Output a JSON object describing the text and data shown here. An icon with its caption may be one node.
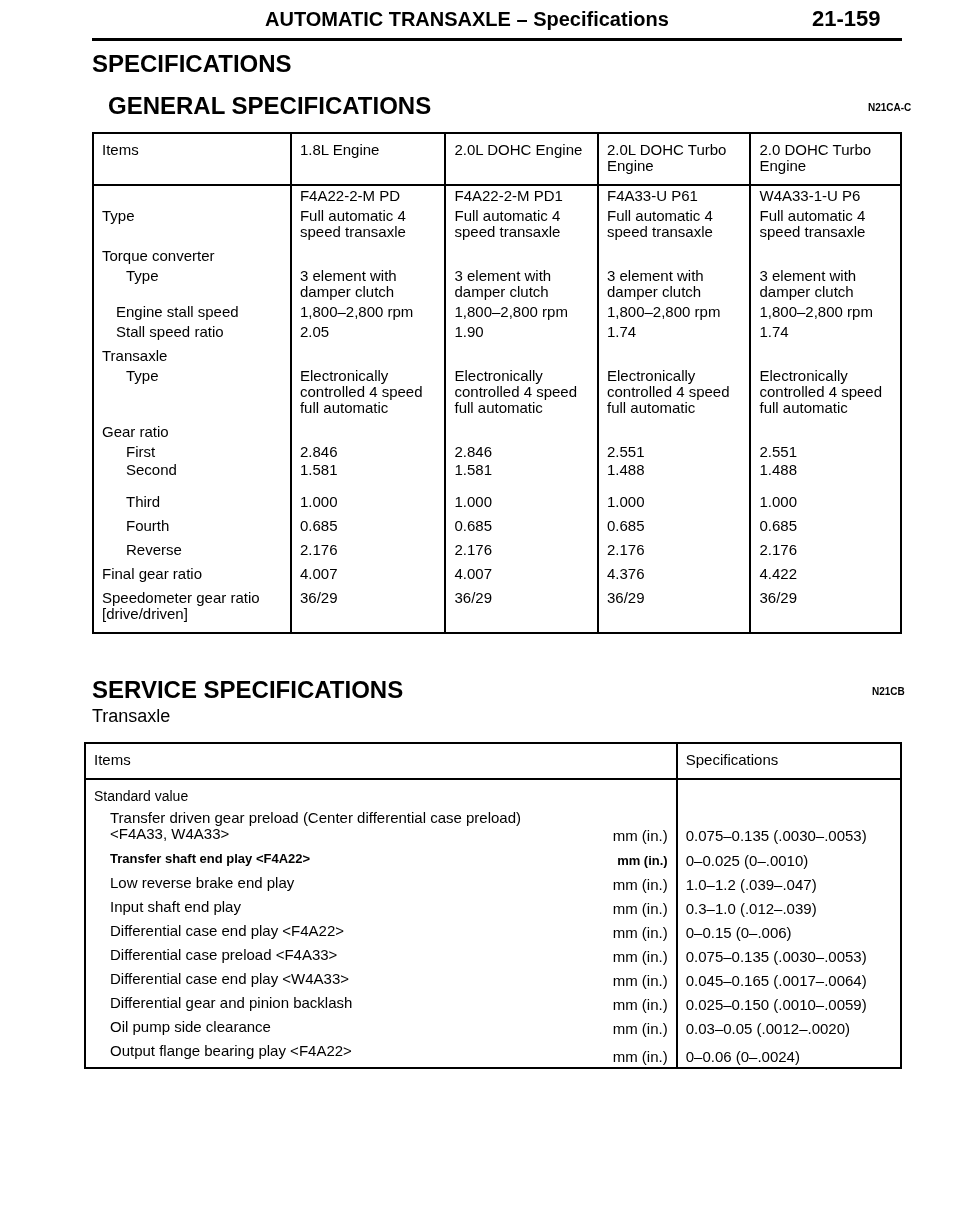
{
  "diagram": {
    "title": "AUTOMATIC TRANSAXLE – Specifications",
    "labels": [
      "21-159",
      "SPECIFICATIONS",
      "GENERAL SPECIFICATIONS",
      "N21CA-C",
      "Items",
      "1.8L Engine",
      "2.0L DOHC Engine",
      "2.0L DOHC Turbo Engine",
      "2.0 DOHC Turbo Engine",
      "F4A22-2-M PD",
      "F4A22-2-M PD1",
      "F4A33-U P61",
      "W4A33-1-U P6",
      "Type",
      "Full automatic 4 speed transaxle",
      "Full automatic 4 speed transaxle",
      "Full automatic 4 speed transaxle",
      "Full automatic 4 speed transaxle",
      "Torque converter",
      "Type",
      "3 element with damper clutch",
      "3 element with damper clutch",
      "3 element with damper clutch",
      "3 element with damper clutch",
      "Engine stall speed",
      "1,800–2,800 rpm",
      "1,800–2,800 rpm",
      "1,800–2,800 rpm",
      "1,800–2,800 rpm",
      "Stall speed ratio",
      "2.05",
      "1.90",
      "1.74",
      "1.74",
      "Transaxle",
      "Type",
      "Electronically controlled 4 speed full automatic",
      "Electronically controlled 4 speed full automatic",
      "Electronically controlled 4 speed full automatic",
      "Electronically controlled 4 speed full automatic",
      "Gear ratio",
      "First",
      "2.846",
      "2.846",
      "2.551",
      "2.551",
      "Second",
      "1.581",
      "1.581",
      "1.488",
      "1.488",
      "Third",
      "1.000",
      "1.000",
      "1.000",
      "1.000",
      "Fourth",
      "0.685",
      "0.685",
      "0.685",
      "0.685",
      "Reverse",
      "2.176",
      "2.176",
      "2.176",
      "2.176",
      "Final gear ratio",
      "4.007",
      "4.007",
      "4.376",
      "4.422",
      "Speedometer gear ratio [drive/driven]",
      "36/29",
      "36/29",
      "36/29",
      "36/29",
      "SERVICE SPECIFICATIONS",
      "N21CB",
      "Transaxle",
      "Items",
      "Specifications",
      "Standard value",
      "Transfer driven gear preload (Center differential case preload) <F4A33, W4A33>",
      "mm (in.)",
      "0.075–0.135 (.0030–.0053)",
      "Transfer shaft end play <F4A22>",
      "mm (in.)",
      "0–0.025 (0–.0010)",
      "Low reverse brake end play",
      "mm (in.)",
      "1.0–1.2 (.039–.047)",
      "Input shaft end play",
      "mm (in.)",
      "0.3–1.0 (.012–.039)",
      "Differential case end play <F4A22>",
      "mm (in.)",
      "0–0.15 (0–.006)",
      "Differential case preload <F4A33>",
      "mm (in.)",
      "0.075–0.135 (.0030–.0053)",
      "Differential case end play <W4A33>",
      "mm (in.)",
      "0.045–0.165 (.0017–.0064)",
      "Differential gear and pinion backlash",
      "mm (in.)",
      "0.025–0.150 (.0010–.0059)",
      "Oil pump side clearance",
      "mm (in.)",
      "0.03–0.05 (.0012–.0020)",
      "Output flange bearing play <F4A22>",
      "mm (in.)",
      "0–0.06 (0–.0024)"
    ]
  }
}
